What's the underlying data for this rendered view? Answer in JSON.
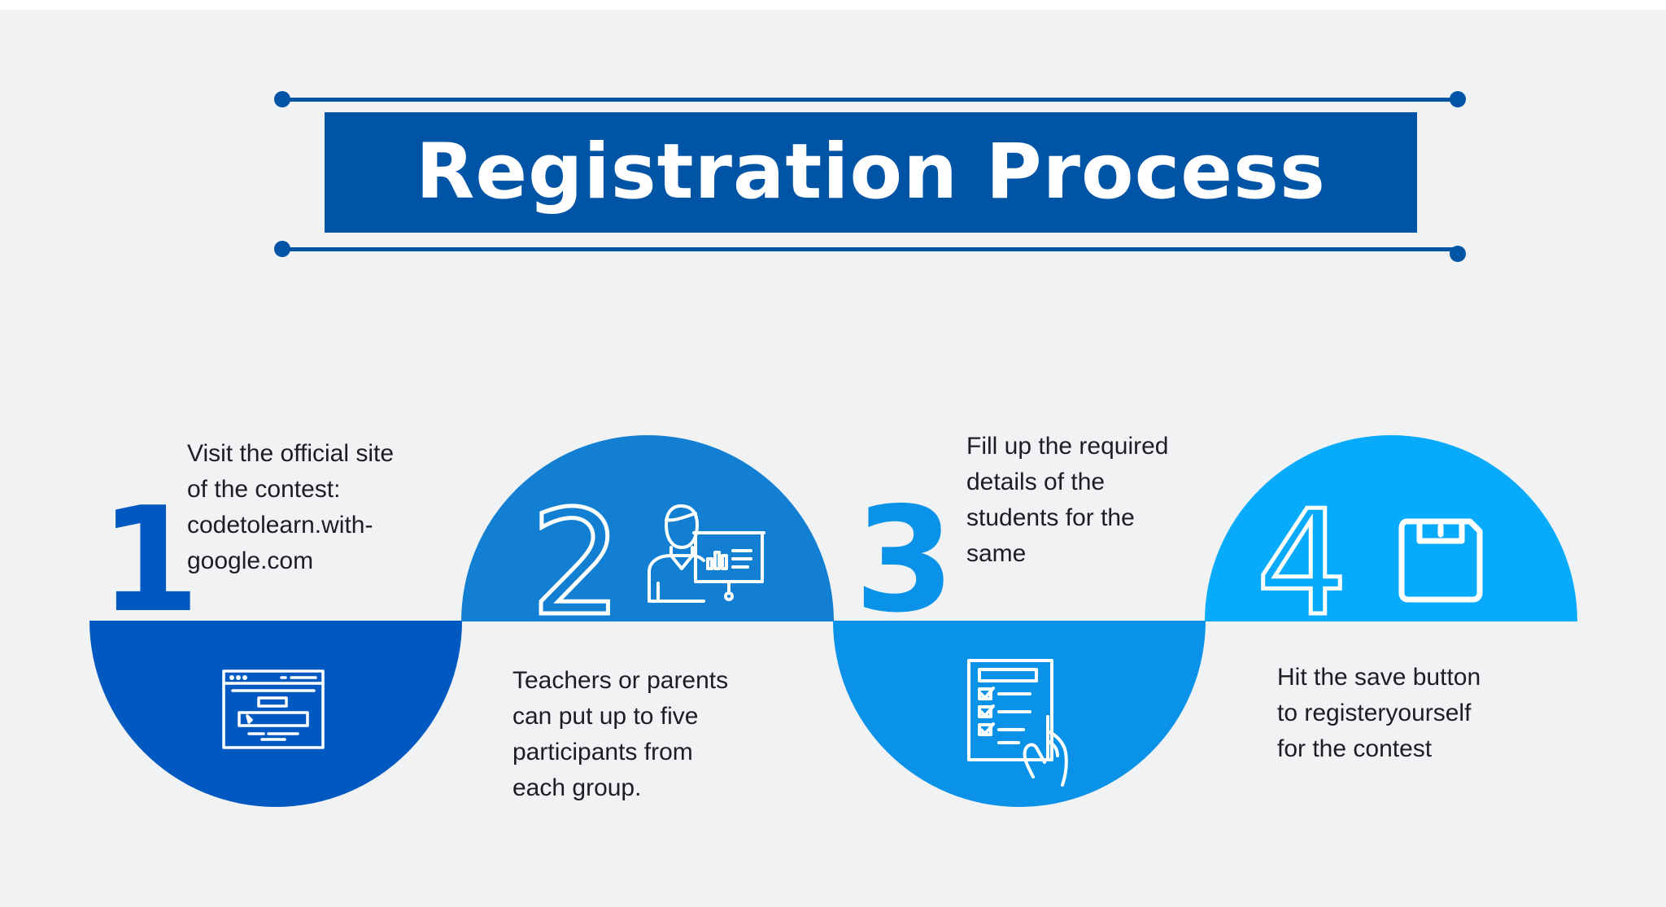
{
  "title": "Registration Process",
  "colors": {
    "background": "#f0f2f4",
    "title_bar": "#0054a6",
    "step1": "#0059c0",
    "step2": "#127fd3",
    "step3": "#0a92e8",
    "step4": "#08abfb",
    "text": "#1d1d26"
  },
  "steps": [
    {
      "number": "1",
      "lines": [
        "Visit the official site",
        "of the contest:",
        "codetolearn.with-",
        "google.com"
      ],
      "icon": "browser-window-icon"
    },
    {
      "number": "2",
      "lines": [
        "Teachers or parents",
        "can put up to five",
        "participants from",
        "each group."
      ],
      "icon": "presenter-icon"
    },
    {
      "number": "3",
      "lines": [
        "Fill up the required",
        "details of the",
        "students for the",
        "same"
      ],
      "icon": "checklist-document-icon"
    },
    {
      "number": "4",
      "lines": [
        "Hit the save button",
        "to registeryourself",
        "for the contest"
      ],
      "icon": "floppy-disk-icon"
    }
  ]
}
